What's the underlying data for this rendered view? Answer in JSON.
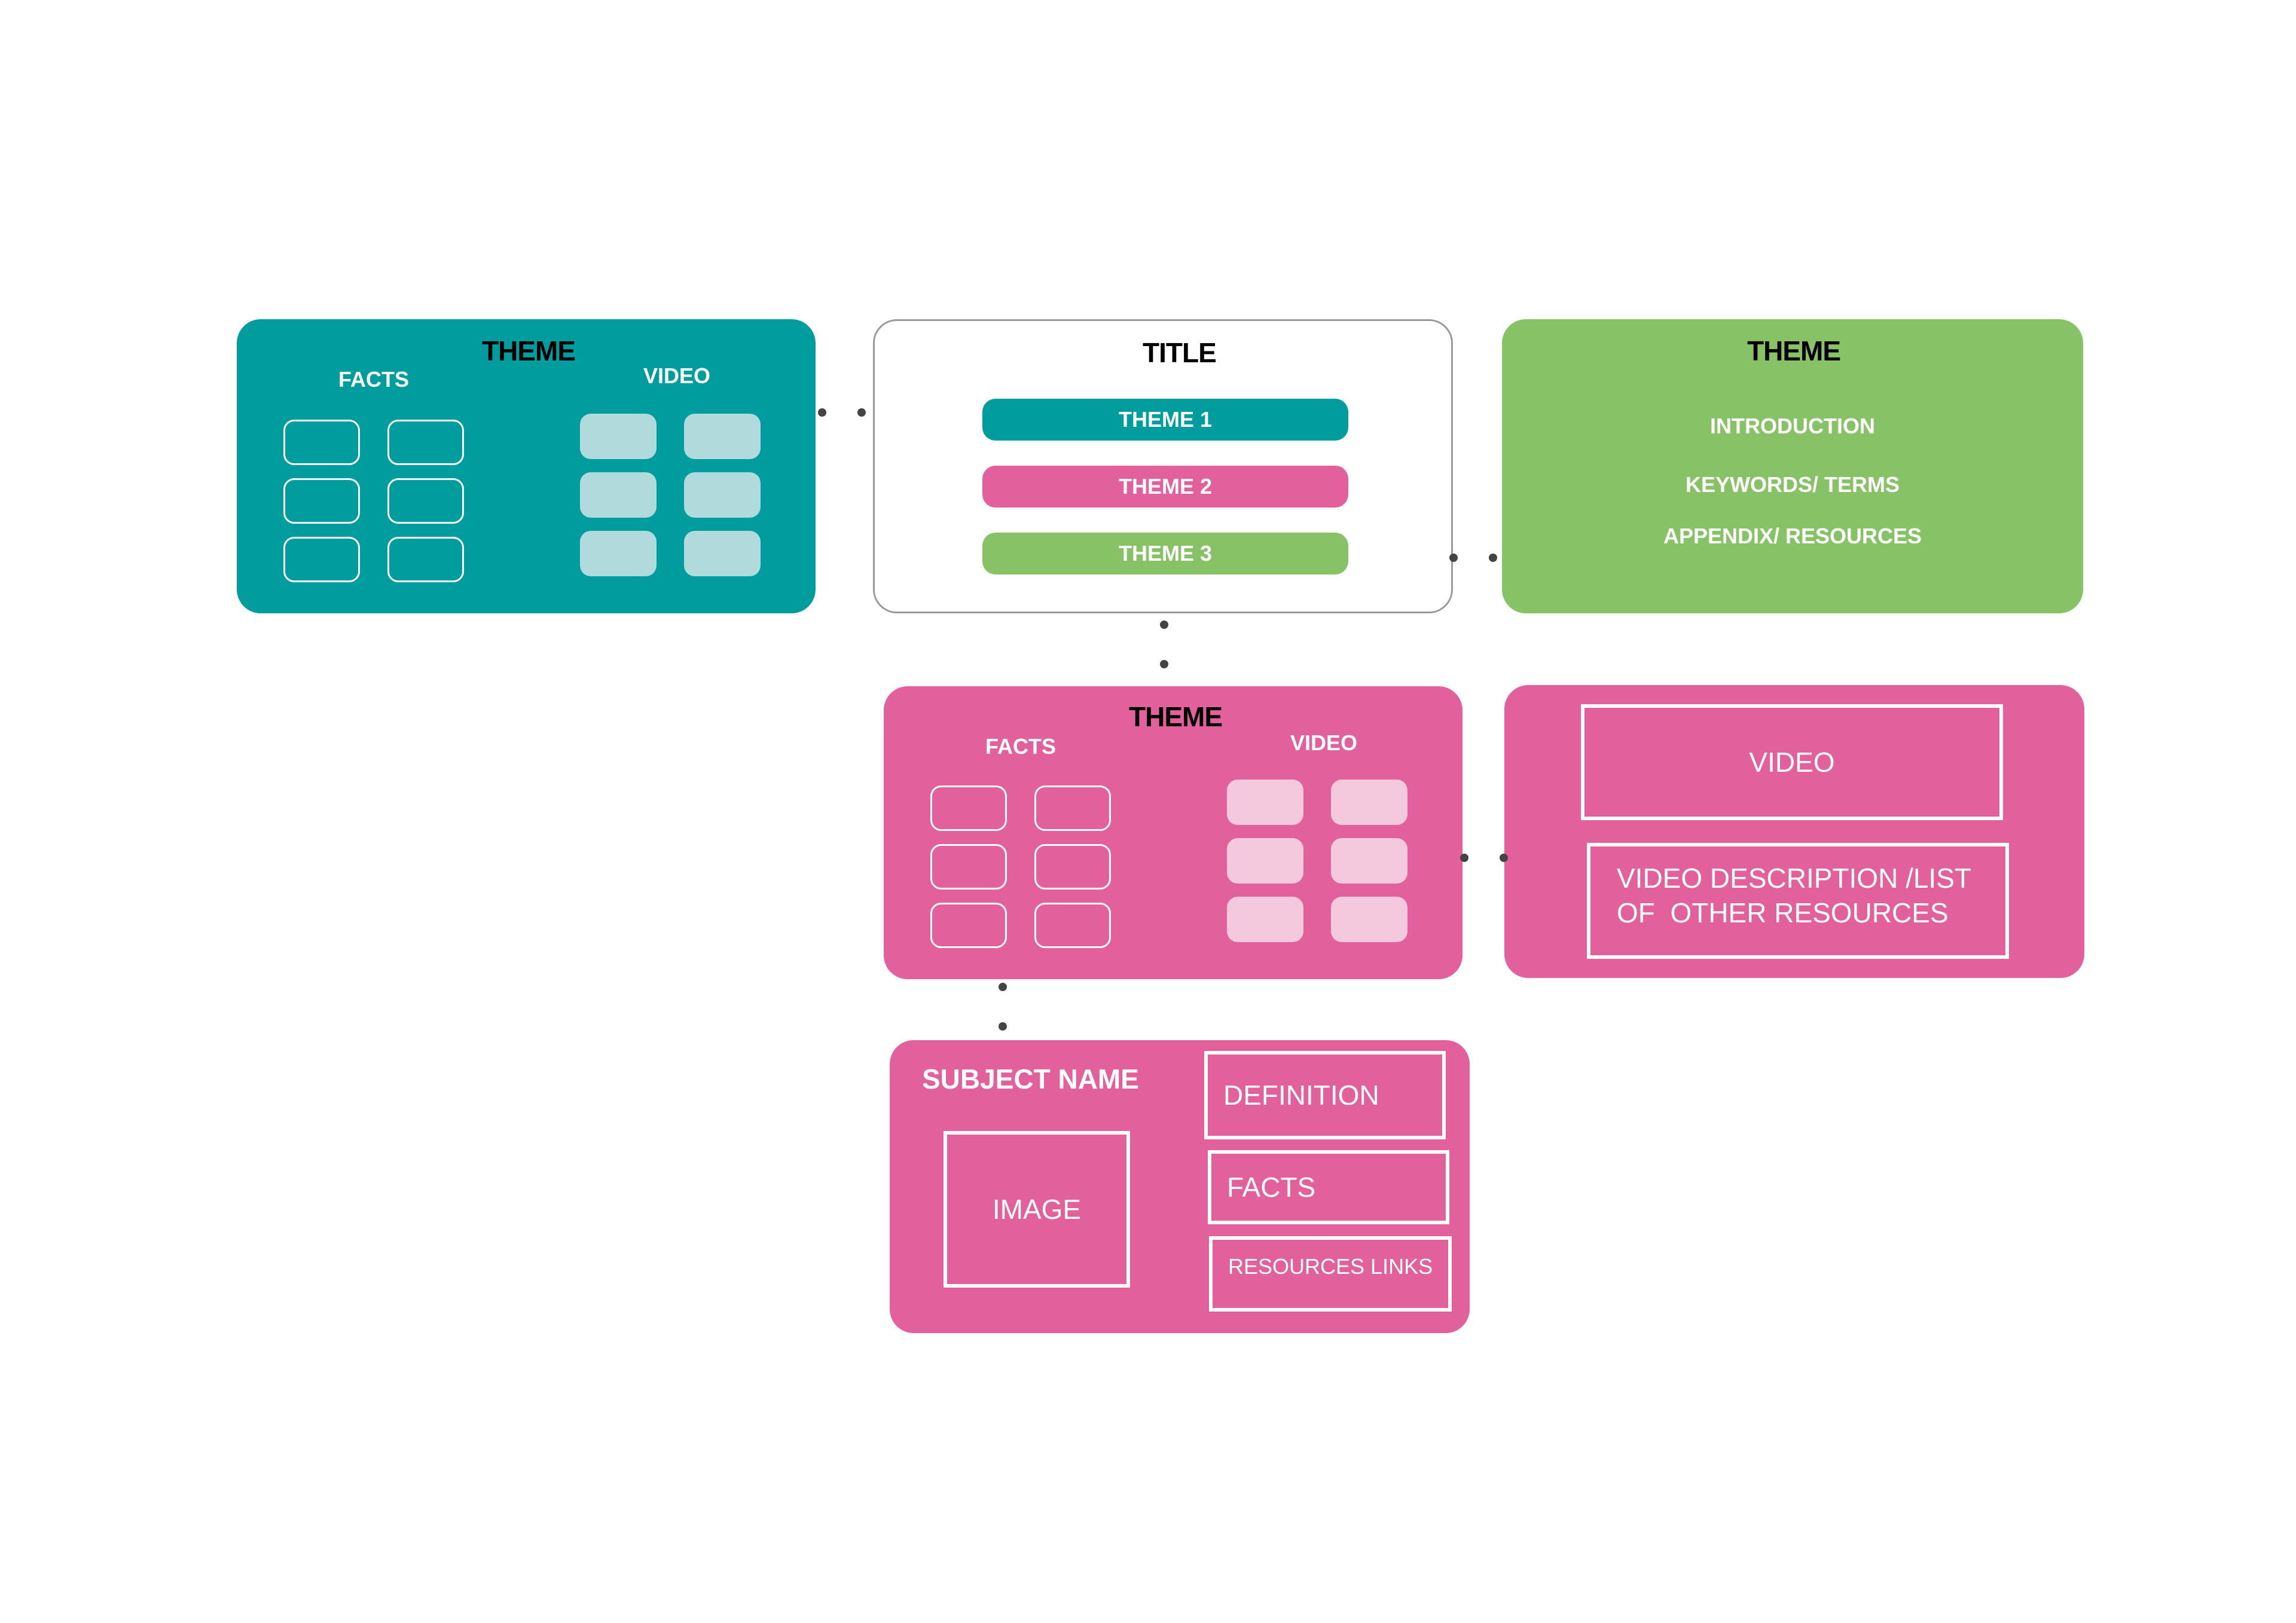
{
  "panels": {
    "teal_theme": {
      "title": "THEME",
      "facts_label": "FACTS",
      "video_label": "VIDEO",
      "color": "#009c9e"
    },
    "title_panel": {
      "title": "TITLE",
      "pills": [
        {
          "label": "THEME 1",
          "color": "#009c9e"
        },
        {
          "label": "THEME 2",
          "color": "#e2609b"
        },
        {
          "label": "THEME 3",
          "color": "#88c266"
        }
      ]
    },
    "green_theme": {
      "title": "THEME",
      "items": [
        "INTRODUCTION",
        "KEYWORDS/ TERMS",
        "APPENDIX/ RESOURCES"
      ],
      "color": "#88c266"
    },
    "pink_theme": {
      "title": "THEME",
      "facts_label": "FACTS",
      "video_label": "VIDEO",
      "color": "#e2609b"
    },
    "pink_video": {
      "video_label": "VIDEO",
      "description_line1": "VIDEO DESCRIPTION /LIST",
      "description_line2": "OF  OTHER RESOURCES"
    },
    "subject": {
      "title": "SUBJECT NAME",
      "image_label": "IMAGE",
      "definition_label": "DEFINITION",
      "facts_label": "FACTS",
      "resources_label": "RESOURCES LINKS"
    }
  }
}
